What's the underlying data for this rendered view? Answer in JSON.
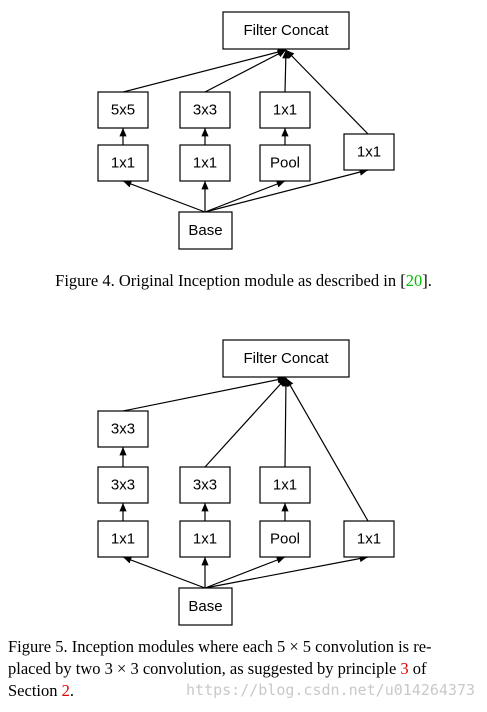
{
  "figure4": {
    "nodes": {
      "concat": "Filter Concat",
      "b5x5": "5x5",
      "b3x3": "3x3",
      "b1x1_top": "1x1",
      "b1x1_a": "1x1",
      "b1x1_b": "1x1",
      "pool": "Pool",
      "b1x1_right": "1x1",
      "base": "Base"
    },
    "caption": {
      "prefix": "Figure 4. Original Inception module as described in [",
      "ref": "20",
      "suffix": "]."
    }
  },
  "figure5": {
    "nodes": {
      "concat": "Filter Concat",
      "c3x3_top": "3x3",
      "c3x3_mid": "3x3",
      "c1x1_a": "1x1",
      "c3x3_b": "3x3",
      "c1x1_b": "1x1",
      "c1x1_top": "1x1",
      "pool": "Pool",
      "c1x1_right": "1x1",
      "base": "Base"
    },
    "caption": {
      "line1": "Figure 5. Inception modules where each 5 × 5 convolution is re-",
      "line2_prefix": "placed by two 3 × 3 convolution, as suggested by principle ",
      "principle_ref": "3",
      "line2_suffix": " of",
      "line3_prefix": "Section ",
      "section_ref": "2",
      "line3_suffix": "."
    }
  },
  "watermark": "https://blog.csdn.net/u014264373"
}
